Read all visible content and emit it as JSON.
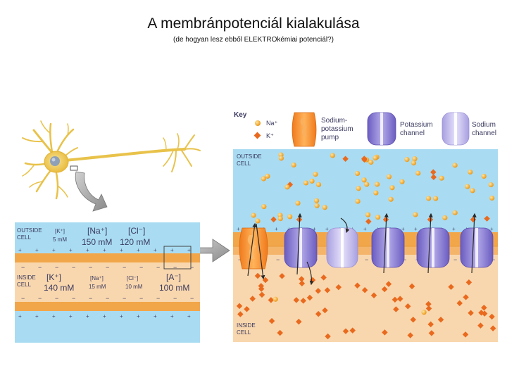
{
  "title": "A membránpotenciál kialakulása",
  "subtitle": "(de hogyan lesz ebből ELEKTROkémiai potenciál?)",
  "key": {
    "heading": "Key",
    "na": "Na⁺",
    "k": "K⁺",
    "pump_line1": "Sodium-",
    "pump_line2": "potassium",
    "pump_line3": "pump",
    "kchan_line1": "Potassium",
    "kchan_line2": "channel",
    "nachan_line1": "Sodium",
    "nachan_line2": "channel"
  },
  "left_panel": {
    "outside_line1": "OUTSIDE",
    "outside_line2": "CELL",
    "inside_line1": "INSIDE",
    "inside_line2": "CELL",
    "out_k_label": "[K⁺]",
    "out_k_value": "5 mM",
    "out_na_label": "[Na⁺]",
    "out_na_value": "150 mM",
    "out_cl_label": "[Cl⁻]",
    "out_cl_value": "120 mM",
    "in_k_label": "[K⁺]",
    "in_k_value": "140 mM",
    "in_na_label": "[Na⁺]",
    "in_na_value": "15 mM",
    "in_cl_label": "[Cl⁻]",
    "in_cl_value": "10 mM",
    "in_a_label": "[A⁻]",
    "in_a_value": "100 mM"
  },
  "right_panel": {
    "outside_line1": "OUTSIDE",
    "outside_line2": "CELL",
    "inside_line1": "INSIDE",
    "inside_line2": "CELL"
  },
  "signs": {
    "plus": "+",
    "minus": "−"
  },
  "colors": {
    "outside": "#a9dcf2",
    "inside": "#f9d7ae",
    "membrane": "#f2a64a",
    "na_ion": "#f0a020",
    "k_ion": "#e96a1e",
    "channel": "#8b7fd3",
    "pump": "#f08a2a",
    "neuron": "#f1cf55"
  }
}
